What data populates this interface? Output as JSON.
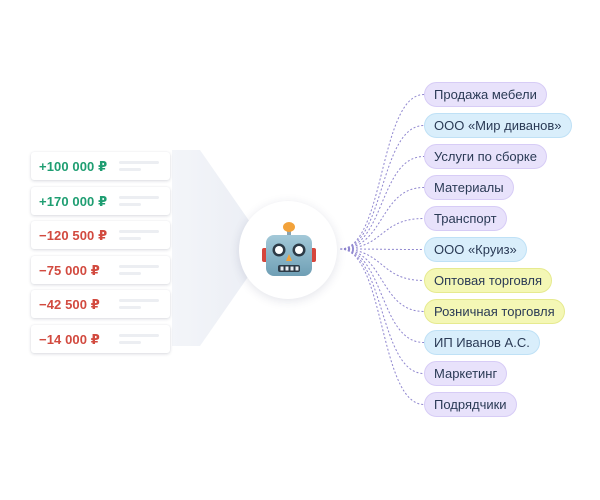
{
  "transactions": [
    {
      "amount": "+100 000 ₽",
      "sign": "pos"
    },
    {
      "amount": "+170 000 ₽",
      "sign": "pos"
    },
    {
      "amount": "−120 500 ₽",
      "sign": "neg"
    },
    {
      "amount": "−75 000 ₽",
      "sign": "neg"
    },
    {
      "amount": "−42 500 ₽",
      "sign": "neg"
    },
    {
      "amount": "−14 000 ₽",
      "sign": "neg"
    }
  ],
  "robot": {
    "icon": "robot-face-icon"
  },
  "categories": [
    {
      "label": "Продажа мебели",
      "color": "purple"
    },
    {
      "label": "ООО «Мир диванов»",
      "color": "blue"
    },
    {
      "label": "Услуги по сборке",
      "color": "purple"
    },
    {
      "label": "Материалы",
      "color": "purple"
    },
    {
      "label": "Транспорт",
      "color": "purple"
    },
    {
      "label": "ООО «Круиз»",
      "color": "blue"
    },
    {
      "label": "Оптовая торговля",
      "color": "yellow"
    },
    {
      "label": "Розничная торговля",
      "color": "yellow"
    },
    {
      "label": "ИП Иванов А.С.",
      "color": "blue"
    },
    {
      "label": "Маркетинг",
      "color": "purple"
    },
    {
      "label": "Подрядчики",
      "color": "purple"
    }
  ],
  "colors": {
    "positive": "#1f9e72",
    "negative": "#d24a3f",
    "connector": "#8f86cf",
    "tag_purple": "#e8e2fb",
    "tag_blue": "#d9eefb",
    "tag_yellow": "#f4f7b5"
  }
}
